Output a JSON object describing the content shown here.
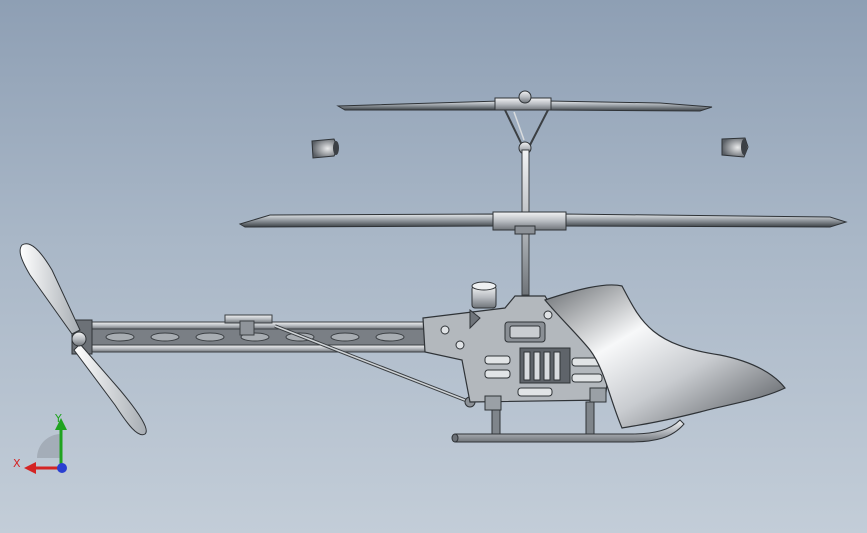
{
  "triad": {
    "x_label": "X",
    "y_label": "Y",
    "x_color": "#d42424",
    "y_color": "#1fa31f",
    "z_color": "#2a3fd1"
  },
  "scene": {
    "background_top": "#8e9fb4",
    "background_bottom": "#c3cdd8",
    "model": "helicopter-assembly"
  }
}
